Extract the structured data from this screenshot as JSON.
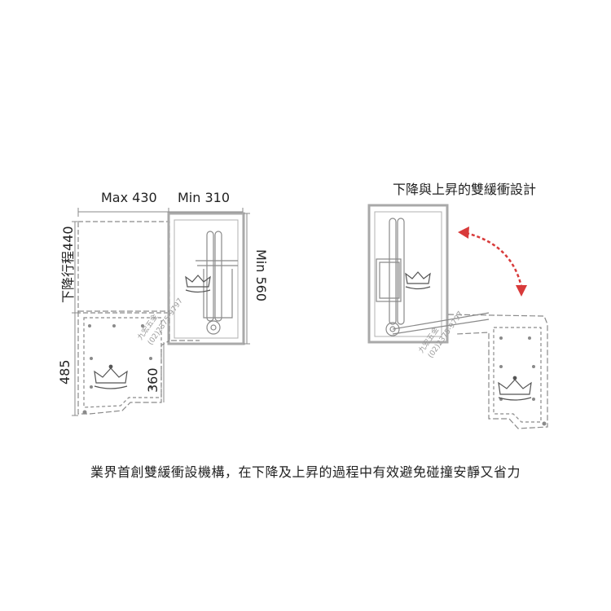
{
  "left_dims": {
    "max_width": "Max 430",
    "min_width": "Min 310",
    "min_height": "Min 560",
    "stroke_label": "下降行程440",
    "lower_height": "485",
    "lower_inner": "360"
  },
  "right_title": "下降與上昇的雙緩衝設計",
  "caption": "業界首創雙緩衝設機構，在下降及上昇的過程中有效避免碰撞安靜又省力",
  "watermark": {
    "brand": "九宏五金",
    "phone": "(02)2375-9797"
  },
  "colors": {
    "line": "#8a8a8a",
    "cabinet": "#a9a9a9",
    "arrow": "#d83a3a"
  }
}
